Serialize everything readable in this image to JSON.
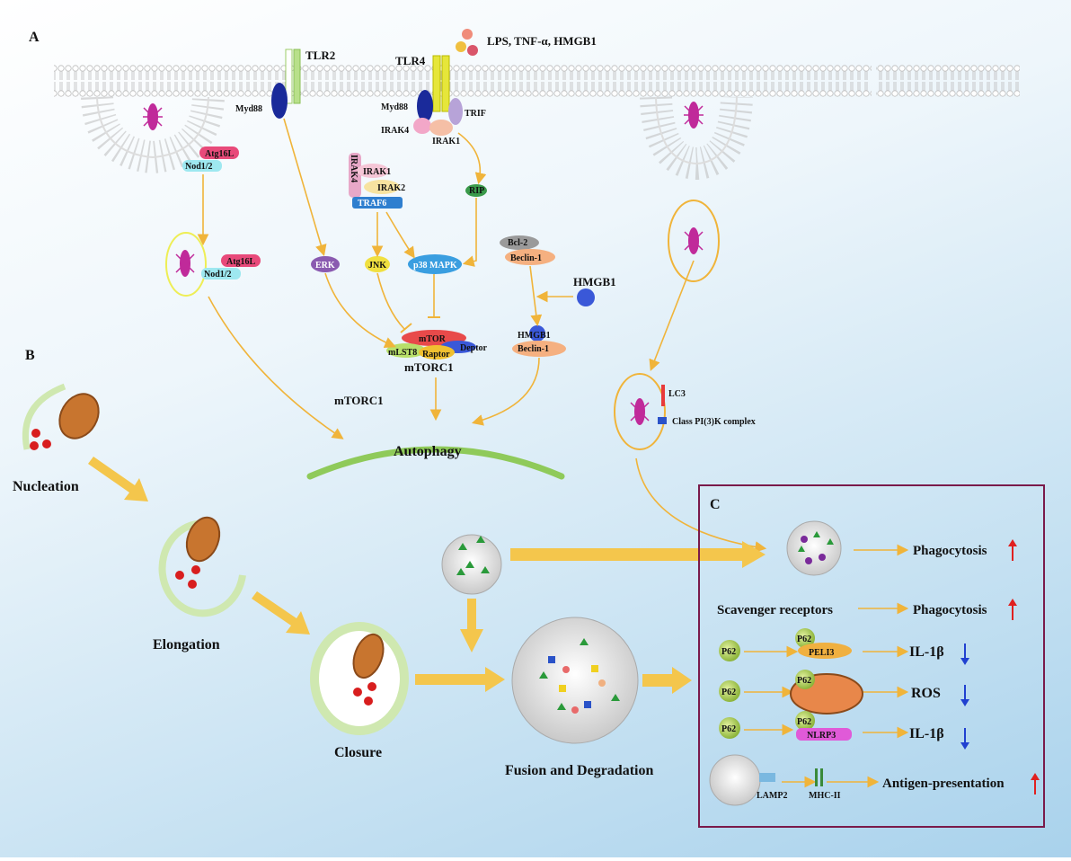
{
  "panels": {
    "a": "A",
    "b": "B",
    "c": "C"
  },
  "ligands": "LPS, TNF-α, HMGB1",
  "receptors": {
    "tlr2": "TLR2",
    "tlr4": "TLR4"
  },
  "adaptors": {
    "myd88_left": "Myd88",
    "myd88_right": "Myd88",
    "trif": "TRIF",
    "irak4": "IRAK4",
    "irak1": "IRAK1"
  },
  "complex": {
    "irak4_vertical": "IRAK4",
    "irak1": "IRAK1",
    "irak2": "IRAK2",
    "traf6": "TRAF6"
  },
  "nod": {
    "atg16l_top": "Atg16L",
    "nod_top": "Nod1/2",
    "atg16l_mid": "Atg16L",
    "nod_mid": "Nod1/2"
  },
  "kinases": {
    "erk": "ERK",
    "jnk": "JNK",
    "p38": "p38 MAPK",
    "rip": "RIP"
  },
  "beclin": {
    "bcl2": "Bcl-2",
    "beclin1_top": "Beclin-1",
    "hmgb1_free": "HMGB1",
    "hmgb1_bound": "HMGB1",
    "beclin1_bottom": "Beclin-1"
  },
  "mtor": {
    "mtor": "mTOR",
    "deptor": "Deptor",
    "mlst8": "mLST8",
    "raptor": "Raptor",
    "mtorc1_a": "mTORC1",
    "mtorc1_b": "mTORC1"
  },
  "autophagy": "Autophagy",
  "lc3": {
    "lc3": "LC3",
    "pi3k": "Class PI(3)K complex"
  },
  "stages": {
    "nucleation": "Nucleation",
    "elongation": "Elongation",
    "closure": "Closure",
    "fusion": "Fusion and Degradation"
  },
  "panel_c": {
    "phago1": "Phagocytosis",
    "scavenger": "Scavenger receptors",
    "phago2": "Phagocytosis",
    "p62_a": "P62",
    "p62_pel_top": "P62",
    "peli3": "PELI3",
    "il1b_a": "IL-1β",
    "p62_b": "P62",
    "p62_mito": "P62",
    "ros": "ROS",
    "p62_c": "P62",
    "p62_nlrp_top": "P62",
    "nlrp3": "NLRP3",
    "il1b_b": "IL-1β",
    "lamp2": "LAMP2",
    "mhc2": "MHC-II",
    "antigen": "Antigen-presentation"
  },
  "colors": {
    "arrow": "#f0b43a",
    "up": "#e02020",
    "down": "#2040d0",
    "box": "#7a1a4a"
  }
}
